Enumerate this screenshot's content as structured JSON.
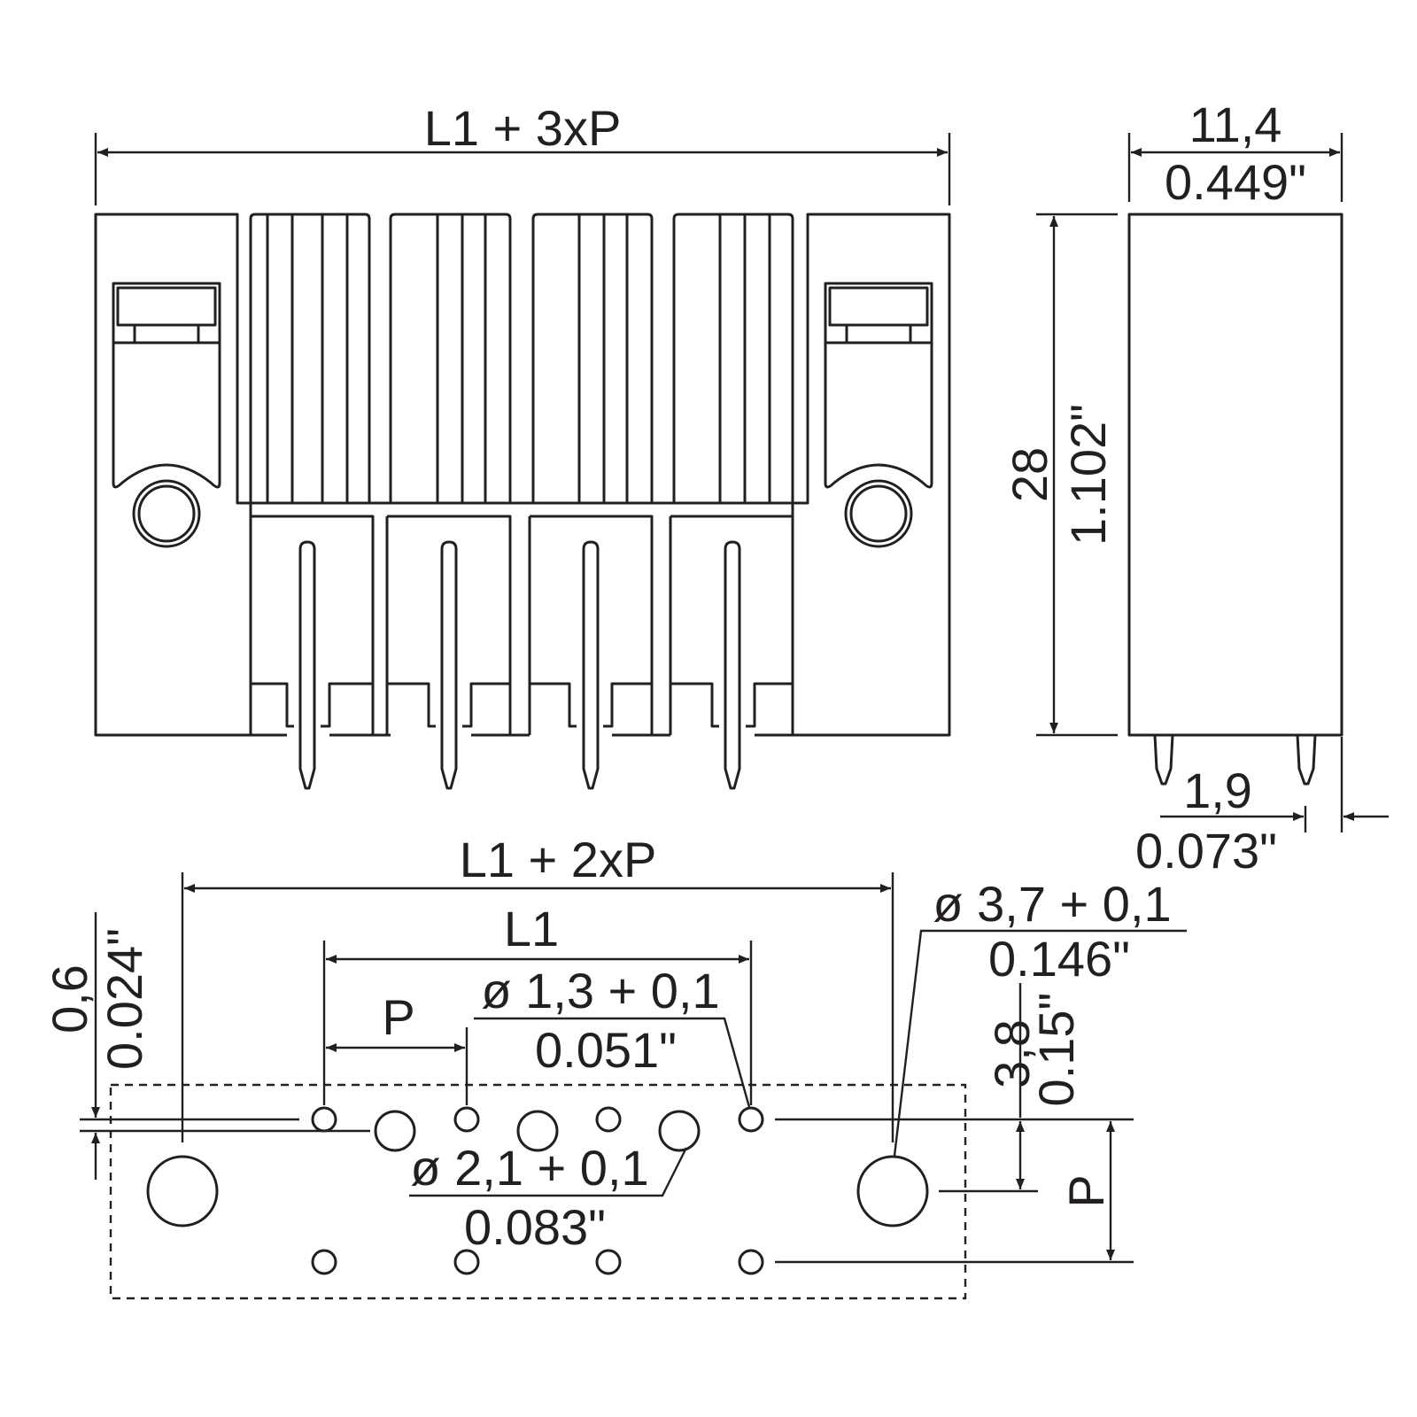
{
  "front_view": {
    "overall_width_label": "L1 + 3xP",
    "pin_count": 4
  },
  "side_view": {
    "width_mm": "11,4",
    "width_in": "0.449\"",
    "height_mm": "28",
    "height_in": "1.102\"",
    "pin_length_mm": "1,9",
    "pin_length_in": "0.073\""
  },
  "footprint": {
    "flange_pitch_label": "L1 + 2xP",
    "row_span_label": "L1",
    "pitch_label": "P",
    "row_spacing_label": "P",
    "offset_mm": "0,6",
    "offset_in": "0.024\"",
    "mount_offset_mm": "3,8",
    "mount_offset_in": "0.15\"",
    "hole_small": {
      "dia": "ø 1,3 + 0,1",
      "inch": "0.051\""
    },
    "hole_medium": {
      "dia": "ø 2,1 + 0,1",
      "inch": "0.083\""
    },
    "hole_large": {
      "dia": "ø 3,7 + 0,1",
      "inch": "0.146\""
    }
  }
}
